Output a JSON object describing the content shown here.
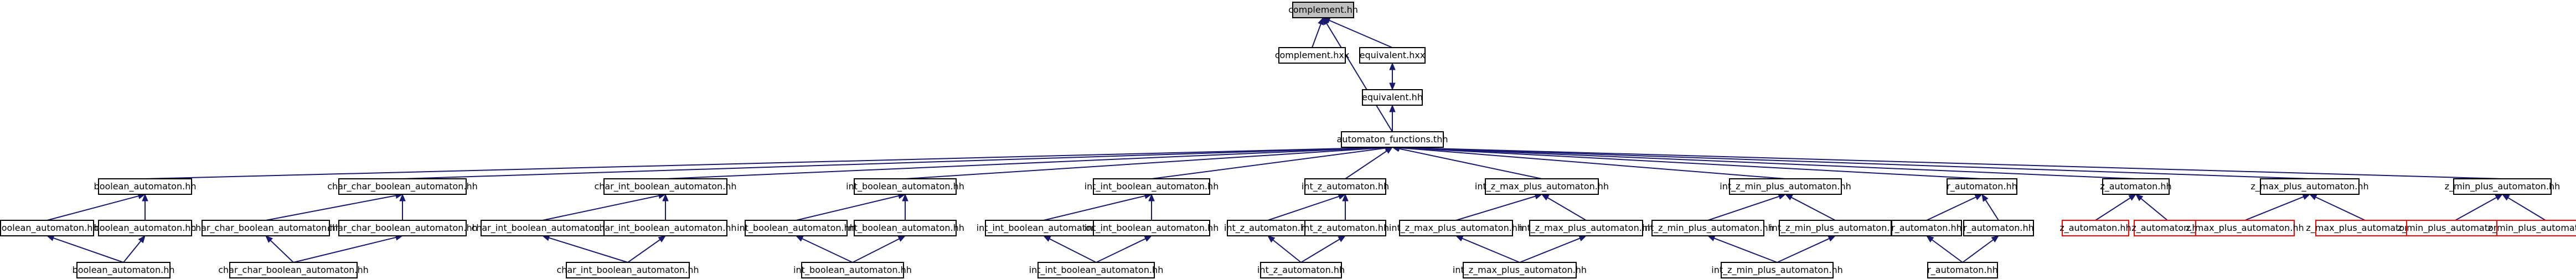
{
  "colors": {
    "edge": "#191970",
    "root_fill": "#bfbfbf",
    "missing_border": "#ff0000"
  },
  "nodes": [
    {
      "id": "complement_hh",
      "label": "complement.hh",
      "kind": "root"
    },
    {
      "id": "complement_hxx",
      "label": "complement.hxx"
    },
    {
      "id": "equivalent_hxx",
      "label": "equivalent.hxx"
    },
    {
      "id": "equivalent_hh",
      "label": "equivalent.hh"
    },
    {
      "id": "automaton_functions_thh",
      "label": "automaton_functions.thh"
    },
    {
      "id": "boolean_automaton_hh",
      "label": "boolean_automaton.hh"
    },
    {
      "id": "boolean_automaton_hh_l",
      "label": "boolean_automaton.hh"
    },
    {
      "id": "boolean_automaton_hh_r",
      "label": "boolean_automaton.hh"
    },
    {
      "id": "boolean_automaton_hh_b",
      "label": "boolean_automaton.hh"
    },
    {
      "id": "ccb_hh",
      "label": "char_char_boolean_automaton.hh"
    },
    {
      "id": "ccb_hh_l",
      "label": "char_char_boolean_automaton.hh"
    },
    {
      "id": "ccb_hh_r",
      "label": "char_char_boolean_automaton.hh"
    },
    {
      "id": "ccb_hh_b",
      "label": "char_char_boolean_automaton.hh"
    },
    {
      "id": "cib_hh",
      "label": "char_int_boolean_automaton.hh"
    },
    {
      "id": "cib_hh_l",
      "label": "char_int_boolean_automaton.hh"
    },
    {
      "id": "cib_hh_r",
      "label": "char_int_boolean_automaton.hh"
    },
    {
      "id": "cib_hh_b",
      "label": "char_int_boolean_automaton.hh"
    },
    {
      "id": "ib_hh",
      "label": "int_boolean_automaton.hh"
    },
    {
      "id": "ib_hh_l",
      "label": "int_boolean_automaton.hh"
    },
    {
      "id": "ib_hh_r",
      "label": "int_boolean_automaton.hh"
    },
    {
      "id": "ib_hh_b",
      "label": "int_boolean_automaton.hh"
    },
    {
      "id": "iib_hh",
      "label": "int_int_boolean_automaton.hh"
    },
    {
      "id": "iib_hh_l",
      "label": "int_int_boolean_automaton.hh"
    },
    {
      "id": "iib_hh_r",
      "label": "int_int_boolean_automaton.hh"
    },
    {
      "id": "iib_hh_b",
      "label": "int_int_boolean_automaton.hh"
    },
    {
      "id": "iz_hh",
      "label": "int_z_automaton.hh"
    },
    {
      "id": "iz_hh_l",
      "label": "int_z_automaton.hh"
    },
    {
      "id": "iz_hh_r",
      "label": "int_z_automaton.hh"
    },
    {
      "id": "iz_hh_b",
      "label": "int_z_automaton.hh"
    },
    {
      "id": "izmax_hh",
      "label": "int_z_max_plus_automaton.hh"
    },
    {
      "id": "izmax_hh_l",
      "label": "int_z_max_plus_automaton.hh"
    },
    {
      "id": "izmax_hh_r",
      "label": "int_z_max_plus_automaton.hh"
    },
    {
      "id": "izmax_hh_b",
      "label": "int_z_max_plus_automaton.hh"
    },
    {
      "id": "izmin_hh",
      "label": "int_z_min_plus_automaton.hh"
    },
    {
      "id": "izmin_hh_l",
      "label": "int_z_min_plus_automaton.hh"
    },
    {
      "id": "izmin_hh_r",
      "label": "int_z_min_plus_automaton.hh"
    },
    {
      "id": "izmin_hh_b",
      "label": "int_z_min_plus_automaton.hh"
    },
    {
      "id": "r_hh",
      "label": "r_automaton.hh"
    },
    {
      "id": "r_hh_l",
      "label": "r_automaton.hh"
    },
    {
      "id": "r_hh_r",
      "label": "r_automaton.hh"
    },
    {
      "id": "r_hh_b",
      "label": "r_automaton.hh"
    },
    {
      "id": "z_hh",
      "label": "z_automaton.hh"
    },
    {
      "id": "z_hh_l",
      "label": "z_automaton.hh",
      "kind": "missing"
    },
    {
      "id": "z_hh_r",
      "label": "z_automaton.hh",
      "kind": "missing"
    },
    {
      "id": "zmax_hh",
      "label": "z_max_plus_automaton.hh"
    },
    {
      "id": "zmax_hh_l",
      "label": "z_max_plus_automaton.hh",
      "kind": "missing"
    },
    {
      "id": "zmax_hh_r",
      "label": "z_max_plus_automaton.hh",
      "kind": "missing"
    },
    {
      "id": "zmin_hh",
      "label": "z_min_plus_automaton.hh"
    },
    {
      "id": "zmin_hh_l",
      "label": "z_min_plus_automaton.hh",
      "kind": "missing"
    },
    {
      "id": "zmin_hh_r",
      "label": "z_min_plus_automaton.hh",
      "kind": "missing"
    }
  ],
  "edges": [
    {
      "from": "complement_hxx",
      "to": "complement_hh"
    },
    {
      "from": "equivalent_hxx",
      "to": "complement_hh"
    },
    {
      "from": "equivalent_hh",
      "to": "equivalent_hxx"
    },
    {
      "from": "equivalent_hxx",
      "to": "equivalent_hh"
    },
    {
      "from": "automaton_functions_thh",
      "to": "equivalent_hh"
    },
    {
      "from": "automaton_functions_thh",
      "to": "complement_hh"
    },
    {
      "from": "boolean_automaton_hh",
      "to": "automaton_functions_thh"
    },
    {
      "from": "ccb_hh",
      "to": "automaton_functions_thh"
    },
    {
      "from": "cib_hh",
      "to": "automaton_functions_thh"
    },
    {
      "from": "ib_hh",
      "to": "automaton_functions_thh"
    },
    {
      "from": "iib_hh",
      "to": "automaton_functions_thh"
    },
    {
      "from": "iz_hh",
      "to": "automaton_functions_thh"
    },
    {
      "from": "izmax_hh",
      "to": "automaton_functions_thh"
    },
    {
      "from": "izmin_hh",
      "to": "automaton_functions_thh"
    },
    {
      "from": "r_hh",
      "to": "automaton_functions_thh"
    },
    {
      "from": "z_hh",
      "to": "automaton_functions_thh"
    },
    {
      "from": "zmax_hh",
      "to": "automaton_functions_thh"
    },
    {
      "from": "zmin_hh",
      "to": "automaton_functions_thh"
    },
    {
      "from": "boolean_automaton_hh_l",
      "to": "boolean_automaton_hh"
    },
    {
      "from": "boolean_automaton_hh_r",
      "to": "boolean_automaton_hh"
    },
    {
      "from": "boolean_automaton_hh_b",
      "to": "boolean_automaton_hh_l"
    },
    {
      "from": "boolean_automaton_hh_b",
      "to": "boolean_automaton_hh_r"
    },
    {
      "from": "ccb_hh_l",
      "to": "ccb_hh"
    },
    {
      "from": "ccb_hh_r",
      "to": "ccb_hh"
    },
    {
      "from": "ccb_hh_b",
      "to": "ccb_hh_l"
    },
    {
      "from": "ccb_hh_b",
      "to": "ccb_hh_r"
    },
    {
      "from": "cib_hh_l",
      "to": "cib_hh"
    },
    {
      "from": "cib_hh_r",
      "to": "cib_hh"
    },
    {
      "from": "cib_hh_b",
      "to": "cib_hh_l"
    },
    {
      "from": "cib_hh_b",
      "to": "cib_hh_r"
    },
    {
      "from": "ib_hh_l",
      "to": "ib_hh"
    },
    {
      "from": "ib_hh_r",
      "to": "ib_hh"
    },
    {
      "from": "ib_hh_b",
      "to": "ib_hh_l"
    },
    {
      "from": "ib_hh_b",
      "to": "ib_hh_r"
    },
    {
      "from": "iib_hh_l",
      "to": "iib_hh"
    },
    {
      "from": "iib_hh_r",
      "to": "iib_hh"
    },
    {
      "from": "iib_hh_b",
      "to": "iib_hh_l"
    },
    {
      "from": "iib_hh_b",
      "to": "iib_hh_r"
    },
    {
      "from": "iz_hh_l",
      "to": "iz_hh"
    },
    {
      "from": "iz_hh_r",
      "to": "iz_hh"
    },
    {
      "from": "iz_hh_b",
      "to": "iz_hh_l"
    },
    {
      "from": "iz_hh_b",
      "to": "iz_hh_r"
    },
    {
      "from": "izmax_hh_l",
      "to": "izmax_hh"
    },
    {
      "from": "izmax_hh_r",
      "to": "izmax_hh"
    },
    {
      "from": "izmax_hh_b",
      "to": "izmax_hh_l"
    },
    {
      "from": "izmax_hh_b",
      "to": "izmax_hh_r"
    },
    {
      "from": "izmin_hh_l",
      "to": "izmin_hh"
    },
    {
      "from": "izmin_hh_r",
      "to": "izmin_hh"
    },
    {
      "from": "izmin_hh_b",
      "to": "izmin_hh_l"
    },
    {
      "from": "izmin_hh_b",
      "to": "izmin_hh_r"
    },
    {
      "from": "r_hh_l",
      "to": "r_hh"
    },
    {
      "from": "r_hh_r",
      "to": "r_hh"
    },
    {
      "from": "r_hh_b",
      "to": "r_hh_l"
    },
    {
      "from": "r_hh_b",
      "to": "r_hh_r"
    },
    {
      "from": "z_hh_l",
      "to": "z_hh"
    },
    {
      "from": "z_hh_r",
      "to": "z_hh"
    },
    {
      "from": "zmax_hh_l",
      "to": "zmax_hh"
    },
    {
      "from": "zmax_hh_r",
      "to": "zmax_hh"
    },
    {
      "from": "zmin_hh_l",
      "to": "zmin_hh"
    },
    {
      "from": "zmin_hh_r",
      "to": "zmin_hh"
    }
  ]
}
